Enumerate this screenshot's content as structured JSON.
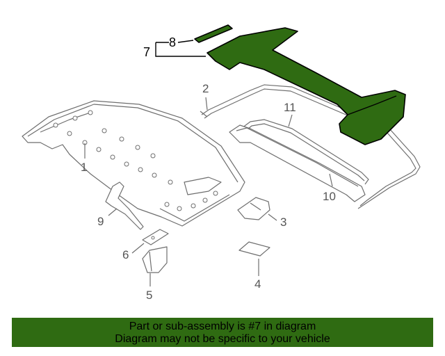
{
  "diagram": {
    "callouts": [
      {
        "id": "1",
        "label": "1"
      },
      {
        "id": "2",
        "label": "2"
      },
      {
        "id": "3",
        "label": "3"
      },
      {
        "id": "4",
        "label": "4"
      },
      {
        "id": "5",
        "label": "5"
      },
      {
        "id": "6",
        "label": "6"
      },
      {
        "id": "7",
        "label": "7"
      },
      {
        "id": "8",
        "label": "8"
      },
      {
        "id": "9",
        "label": "9"
      },
      {
        "id": "10",
        "label": "10"
      },
      {
        "id": "11",
        "label": "11"
      }
    ],
    "highlighted_part": "7",
    "highlight_color": "#2f6b12"
  },
  "banner": {
    "line1": "Part or sub-assembly is #7 in diagram",
    "line2": "Diagram may not be specific to your vehicle"
  }
}
